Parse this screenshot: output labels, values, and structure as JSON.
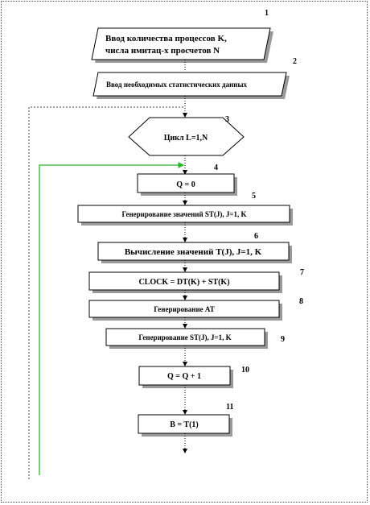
{
  "blocks": [
    {
      "number": "1",
      "line1": "Ввод  количества процессов K,",
      "line2": "числа имитац-х  просчетов  N"
    },
    {
      "number": "2",
      "text": "Ввод необходимых  статистических  данных"
    },
    {
      "number": "3",
      "text": "Цикл L=1,N"
    },
    {
      "number": "4",
      "text": "Q = 0"
    },
    {
      "number": "5",
      "text": "Генерирование значений  ST(J), J=1, K"
    },
    {
      "number": "6",
      "text": "Вычисление  значений  T(J), J=1, K"
    },
    {
      "number": "7",
      "text": "CLOCK  = DT(K) + ST(K)"
    },
    {
      "number": "8",
      "text": "Генерирование  AT"
    },
    {
      "number": "9",
      "text": "Генерирование  ST(J), J=1, K"
    },
    {
      "number": "10",
      "text": "Q = Q + 1"
    },
    {
      "number": "11",
      "text": "B = T(1)"
    }
  ],
  "colors": {
    "loop_line": "#2db52d",
    "outer_loop": "#444444",
    "shadow": "#9a9a9a"
  }
}
